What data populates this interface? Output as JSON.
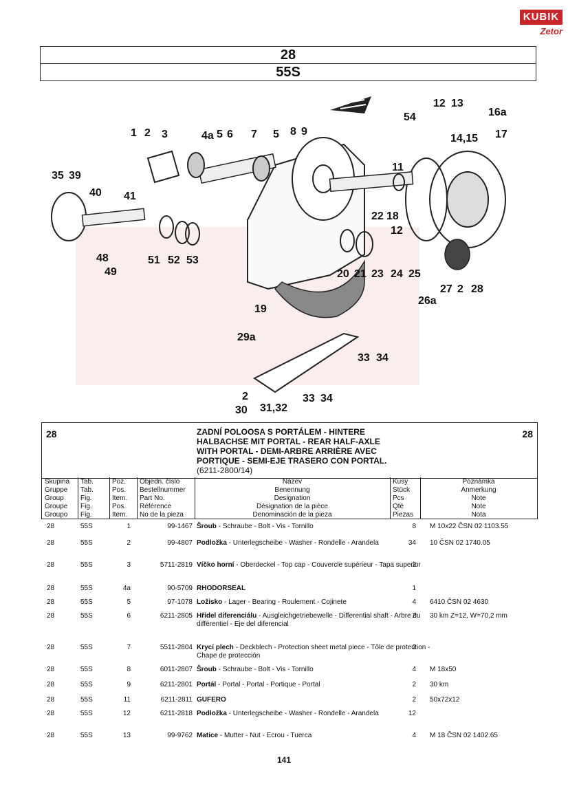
{
  "logo": {
    "top": "KUBIK",
    "bottom": "Zetor"
  },
  "header": {
    "group": "28",
    "table": "55S"
  },
  "diagram_labels": [
    "1",
    "2",
    "3",
    "4a",
    "5",
    "6",
    "7",
    "5",
    "8",
    "9",
    "12",
    "13",
    "16a",
    "54",
    "14,15",
    "17",
    "11",
    "35",
    "39",
    "40",
    "41",
    "22",
    "18",
    "12",
    "48",
    "49",
    "51",
    "52",
    "53",
    "20",
    "21",
    "23",
    "24",
    "25",
    "27",
    "2",
    "28",
    "26a",
    "19",
    "29a",
    "33",
    "34",
    "2",
    "30",
    "31,32",
    "33",
    "34"
  ],
  "section": {
    "number_left": "28",
    "number_right": "28",
    "title": "ZADNÍ POLOOSA S PORTÁLEM - HINTERE HALBACHSE MIT PORTAL - REAR HALF-AXLE WITH PORTAL - DEMI-ARBRE ARRIÈRE AVEC PORTIQUE - SEMI-EJE TRASERO CON PORTAL.",
    "title_code": "(6211-2800/14)"
  },
  "columns": {
    "group": [
      "Skupina",
      "Gruppe",
      "Group",
      "Groupe",
      "Groupo"
    ],
    "tab": [
      "Tab.",
      "Tab.",
      "Fig.",
      "Fig.",
      "Fig."
    ],
    "pos": [
      "Poz.",
      "Pos.",
      "Item.",
      "Pos.",
      "Item."
    ],
    "part": [
      "Objedn. číslo",
      "Bestellnummer",
      "Part No.",
      "Référence",
      "No de la pieza"
    ],
    "desc": [
      "Název",
      "Benennung",
      "Designation",
      "Désignation de la pièce",
      "Denominación de la pieza"
    ],
    "qty": [
      "Kusy",
      "Stück",
      "Pcs",
      "Qté",
      "Piezas"
    ],
    "note": [
      "Poznámka",
      "Anmerkung",
      "Note",
      "Note",
      "Nota"
    ]
  },
  "rows": [
    {
      "group": "28",
      "tab": "55S",
      "pos": "1",
      "part": "99-1467",
      "name": "Šroub",
      "desc": " - Schraube - Bolt - Vis - Tornillo",
      "qty": "8",
      "note": "M 10x22 ČSN 02 1103.55"
    },
    {
      "group": "28",
      "tab": "55S",
      "pos": "2",
      "part": "99-4807",
      "name": "Podložka",
      "desc": " - Unterlegscheibe - Washer - Rondelle - Arandela",
      "qty": "34",
      "note": "10 ČSN 02 1740.05"
    },
    {
      "group": "28",
      "tab": "55S",
      "pos": "3",
      "part": "5711-2819",
      "name": "Víčko horní",
      "desc": " - Oberdeckel - Top cap - Couvercle supérieur - Tapa superior",
      "qty": "2",
      "note": ""
    },
    {
      "group": "28",
      "tab": "55S",
      "pos": "4a",
      "part": "90-5709",
      "name": "RHODORSEAL",
      "desc": "",
      "qty": "1",
      "note": ""
    },
    {
      "group": "28",
      "tab": "55S",
      "pos": "5",
      "part": "97-1078",
      "name": "Ložisko",
      "desc": " - Lager - Bearing - Roulement - Cojinete",
      "qty": "4",
      "note": "6410 ČSN 02 4630"
    },
    {
      "group": "28",
      "tab": "55S",
      "pos": "6",
      "part": "6211-2805",
      "name": "Hřídel diferenciálu",
      "desc": " - Ausgleichgetriebewelle - Differential shaft - Arbre du différentiel - Eje del diferencial",
      "qty": "2",
      "note": "30 km Z=12, W=70,2 mm"
    },
    {
      "group": "28",
      "tab": "55S",
      "pos": "7",
      "part": "5511-2804",
      "name": "Krycí plech",
      "desc": " - Deckblech - Protection sheet metal piece - Tôle de protection - Chape de protección",
      "qty": "2",
      "note": ""
    },
    {
      "group": "28",
      "tab": "55S",
      "pos": "8",
      "part": "6011-2807",
      "name": "Šroub",
      "desc": " - Schraube - Bolt - Vis - Tornillo",
      "qty": "4",
      "note": "M 18x50"
    },
    {
      "group": "28",
      "tab": "55S",
      "pos": "9",
      "part": "6211-2801",
      "name": "Portál",
      "desc": " - Portal - Portal - Portique - Portal",
      "qty": "2",
      "note": "30 km"
    },
    {
      "group": "28",
      "tab": "55S",
      "pos": "11",
      "part": "6211-2811",
      "name": "GUFERO",
      "desc": "",
      "qty": "2",
      "note": "50x72x12"
    },
    {
      "group": "28",
      "tab": "55S",
      "pos": "12",
      "part": "6211-2818",
      "name": "Podložka",
      "desc": " - Unterlegscheibe - Washer - Rondelle - Arandela",
      "qty": "12",
      "note": ""
    },
    {
      "group": "28",
      "tab": "55S",
      "pos": "13",
      "part": "99-9762",
      "name": "Matice",
      "desc": " - Mutter - Nut - Ecrou - Tuerca",
      "qty": "4",
      "note": "M 18 ČSN 02 1402.65"
    }
  ],
  "page_number": "141"
}
